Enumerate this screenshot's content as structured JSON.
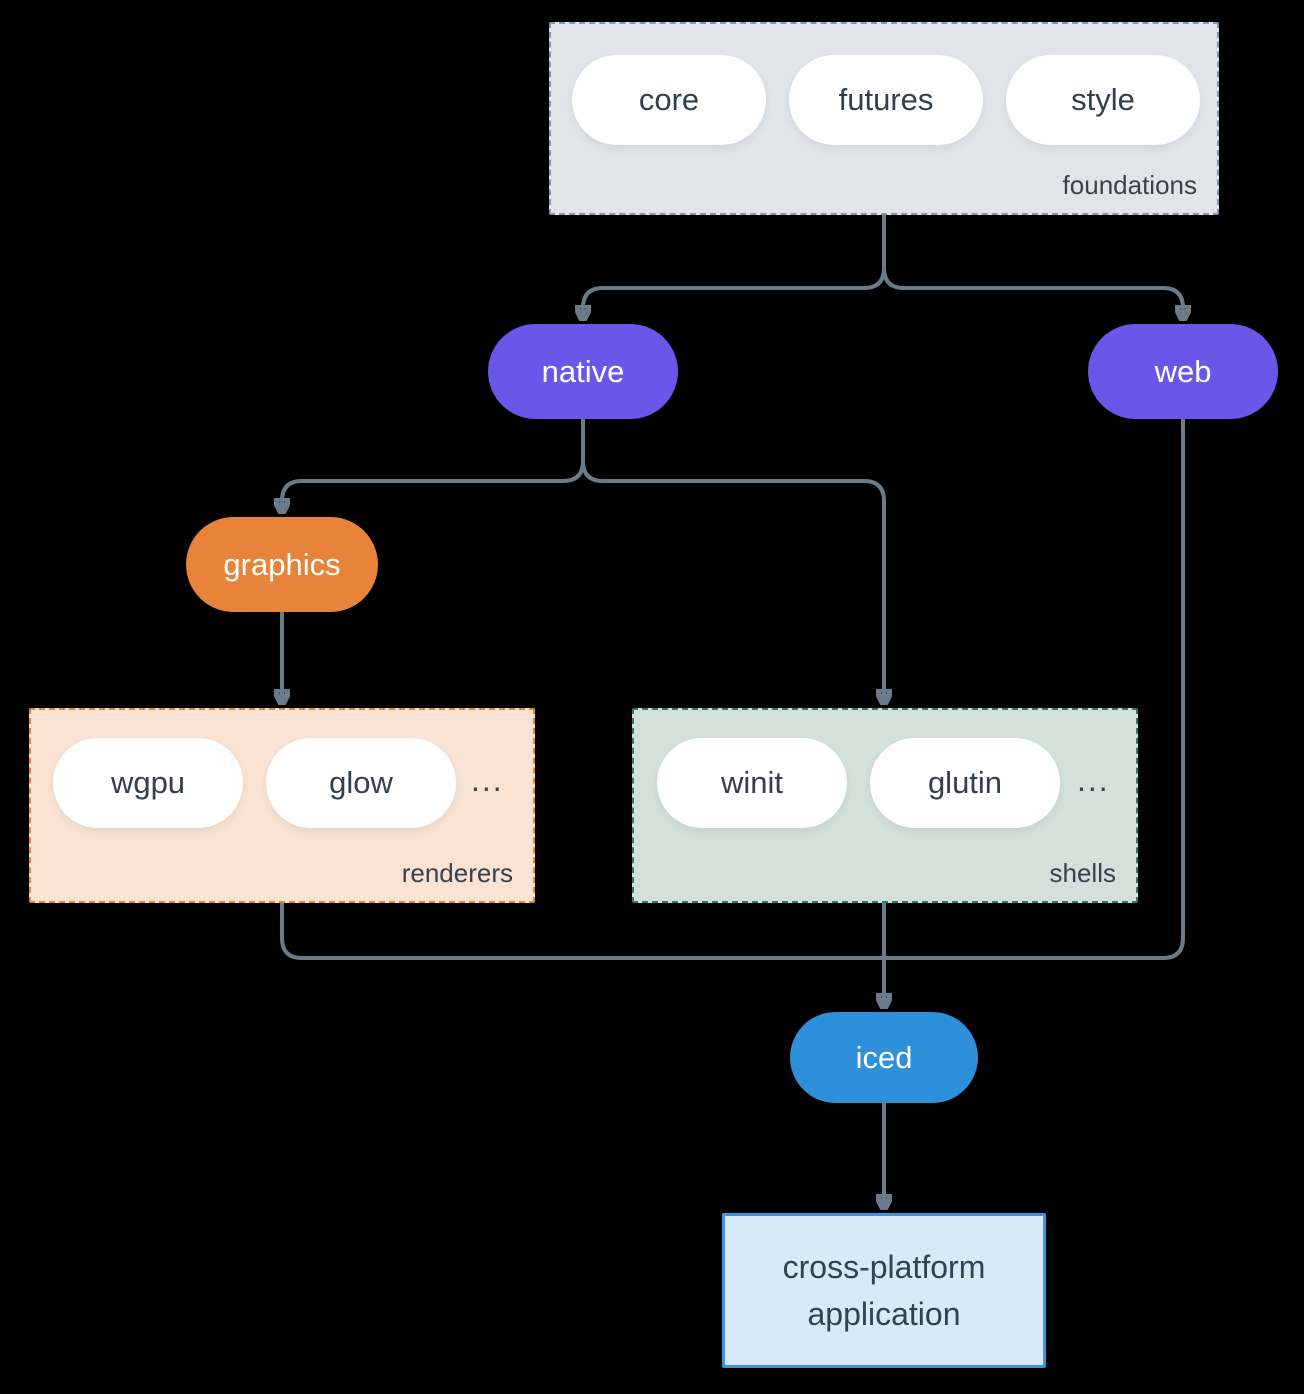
{
  "colors": {
    "background": "#000000",
    "connector": "#6A7B8C",
    "purple": "#6A56E8",
    "orange": "#E8833A",
    "blue": "#2E8FDB",
    "dark_text": "#36434F",
    "foundations_fill": "#E1E5E9",
    "foundations_border": "#8496AC",
    "renderers_fill": "#FAE3D2",
    "renderers_border": "#E8833A",
    "shells_fill": "#D3E1DB",
    "shells_border": "#2E7A6C",
    "application_fill": "#D8E9F9",
    "application_border": "#3E92DE"
  },
  "nodes": {
    "foundations": {
      "label": "foundations",
      "pills": [
        "core",
        "futures",
        "style"
      ]
    },
    "native": {
      "label": "native"
    },
    "web": {
      "label": "web"
    },
    "graphics": {
      "label": "graphics"
    },
    "renderers": {
      "label": "renderers",
      "pills": [
        "wgpu",
        "glow"
      ],
      "ellipsis": "..."
    },
    "shells": {
      "label": "shells",
      "pills": [
        "winit",
        "glutin"
      ],
      "ellipsis": "..."
    },
    "iced": {
      "label": "iced"
    },
    "application": {
      "line1": "cross-platform",
      "line2": "application"
    }
  },
  "edges": [
    {
      "from": "foundations",
      "to": "native"
    },
    {
      "from": "foundations",
      "to": "web"
    },
    {
      "from": "native",
      "to": "graphics"
    },
    {
      "from": "native",
      "to": "shells"
    },
    {
      "from": "graphics",
      "to": "renderers"
    },
    {
      "from": "renderers",
      "to": "iced"
    },
    {
      "from": "shells",
      "to": "iced"
    },
    {
      "from": "web",
      "to": "iced"
    },
    {
      "from": "iced",
      "to": "application"
    }
  ]
}
